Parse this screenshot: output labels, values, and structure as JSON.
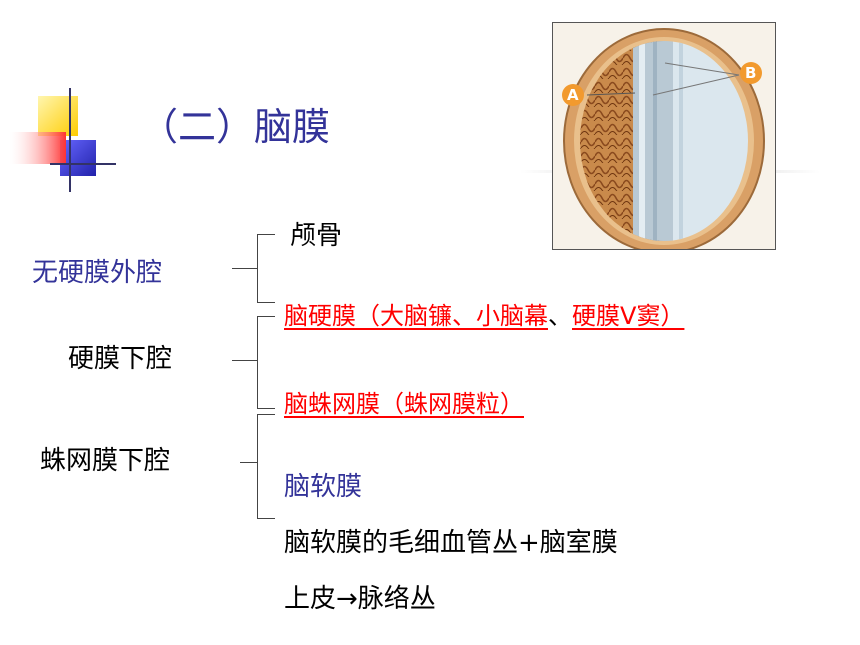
{
  "title": "（二）脑膜",
  "left_labels": {
    "epidural": "无硬膜外腔",
    "subdural": "硬膜下腔",
    "subarachnoid": "蛛网膜下腔"
  },
  "right_items": {
    "skull": "颅骨",
    "dura_main": "脑硬膜（大脑镰、小脑幕",
    "dura_sep": "、",
    "dura_tail": "硬膜V窦）",
    "arachnoid": "脑蛛网膜（蛛网膜粒）",
    "pia": "脑软膜",
    "plexus_line1": "脑软膜的毛细血管丛+脑室膜",
    "plexus_line2": "上皮→脉络丛"
  },
  "image_labels": {
    "a": "A",
    "b": "B"
  },
  "colors": {
    "title": "#333399",
    "accent_red": "#ff0000",
    "accent_blue": "#333399",
    "logo_yellow": "#ffcc00",
    "logo_blue": "#3333cc"
  }
}
